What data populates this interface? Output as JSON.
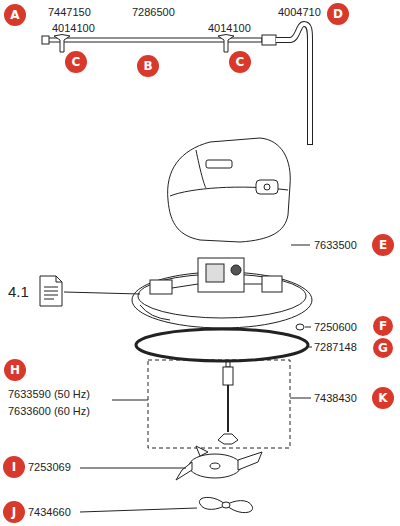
{
  "diagram": {
    "nodes": [
      {
        "text": [
          "A"
        ]
      },
      {
        "text": [
          "D"
        ]
      },
      {
        "text": [
          "C"
        ]
      },
      {
        "text": [
          "B"
        ]
      },
      {
        "text": [
          "C"
        ]
      },
      {
        "text": [
          "E"
        ]
      },
      {
        "text": [
          "F"
        ]
      },
      {
        "text": [
          "G"
        ]
      },
      {
        "text": [
          "H"
        ]
      },
      {
        "text": [
          "K"
        ]
      },
      {
        "text": [
          "I"
        ]
      },
      {
        "text": [
          "J"
        ]
      }
    ],
    "labels": [
      "7447150",
      "7286500",
      "4014100",
      "4014100",
      "4004710",
      "7633500",
      "4.1",
      "7250600",
      "7287148",
      "7633590 (50 Hz)",
      "7633600 (60 Hz)",
      "7438430",
      "7253069",
      "7434660"
    ]
  }
}
